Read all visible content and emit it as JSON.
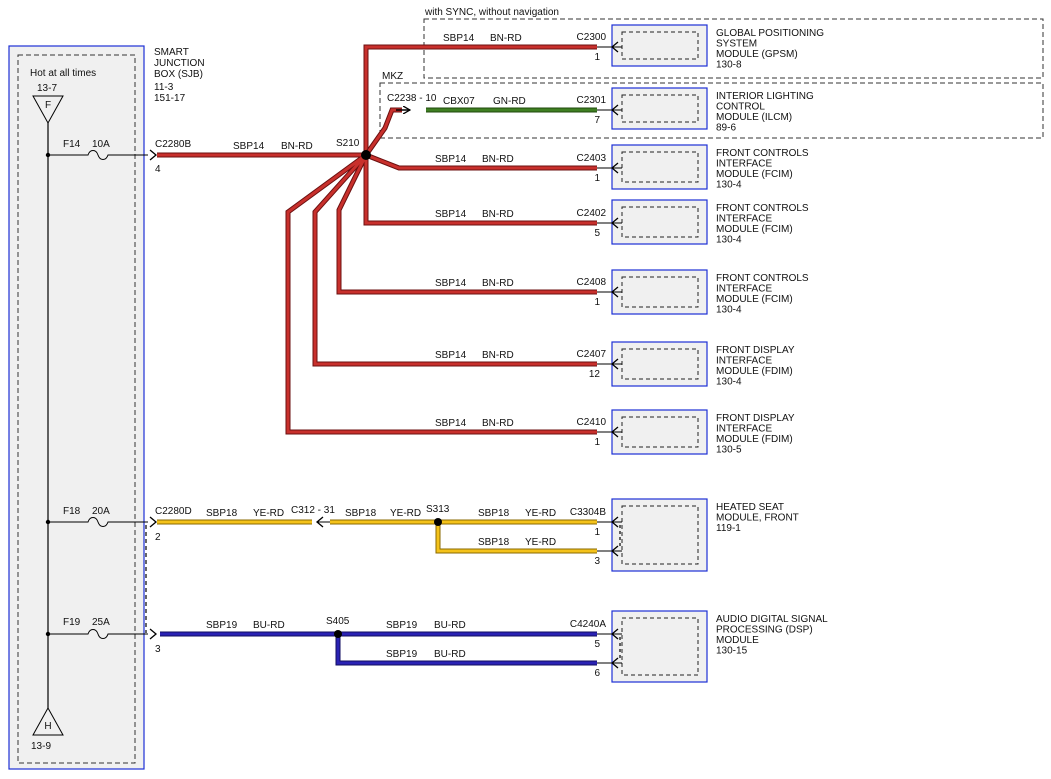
{
  "sjb": {
    "title": [
      "SMART",
      "JUNCTION",
      "BOX (SJB)"
    ],
    "refs": [
      "11-3",
      "151-17"
    ],
    "hot_label": "Hot at all times",
    "top_ref": "13-7",
    "top_symbol": "F",
    "bottom_ref": "13-9",
    "bottom_symbol": "H",
    "fuses": [
      {
        "name": "F14",
        "rating": "10A"
      },
      {
        "name": "F18",
        "rating": "20A"
      },
      {
        "name": "F19",
        "rating": "25A"
      }
    ],
    "connectors": [
      {
        "name": "C2280B",
        "pin": "4"
      },
      {
        "name": "C2280D",
        "pin": "2"
      },
      {
        "name": "C2280D",
        "pin": "3"
      }
    ]
  },
  "colors": {
    "red_wire": "#c0282a",
    "red_wire_edge": "#6b1010",
    "green_wire": "#3a7a1a",
    "yellow_wire": "#f4c21a",
    "yellow_wire_edge": "#8a6a00",
    "blue_wire": "#2a22b4",
    "module_border": "#1d2fd6",
    "sjb_fill": "#f0f0f0"
  },
  "option_boxes": [
    {
      "label": "with SYNC, without navigation"
    },
    {
      "label": "MKZ"
    }
  ],
  "splices": [
    "S210",
    "S313",
    "S405"
  ],
  "inline_connectors": [
    {
      "name": "C2238",
      "pin": "10"
    },
    {
      "name": "C312",
      "pin": "31"
    }
  ],
  "wires": [
    {
      "circuit": "SBP14",
      "color": "BN-RD"
    },
    {
      "circuit": "SBP14",
      "color": "BN-RD"
    },
    {
      "circuit": "CBX07",
      "color": "GN-RD"
    },
    {
      "circuit": "SBP14",
      "color": "BN-RD"
    },
    {
      "circuit": "SBP14",
      "color": "BN-RD"
    },
    {
      "circuit": "SBP14",
      "color": "BN-RD"
    },
    {
      "circuit": "SBP14",
      "color": "BN-RD"
    },
    {
      "circuit": "SBP14",
      "color": "BN-RD"
    },
    {
      "circuit": "SBP18",
      "color": "YE-RD"
    },
    {
      "circuit": "SBP18",
      "color": "YE-RD"
    },
    {
      "circuit": "SBP18",
      "color": "YE-RD"
    },
    {
      "circuit": "SBP18",
      "color": "YE-RD"
    },
    {
      "circuit": "SBP19",
      "color": "BU-RD"
    },
    {
      "circuit": "SBP19",
      "color": "BU-RD"
    },
    {
      "circuit": "SBP19",
      "color": "BU-RD"
    }
  ],
  "modules": [
    {
      "connector": "C2300",
      "pins": [
        "1"
      ],
      "name_lines": [
        "GLOBAL POSITIONING",
        "SYSTEM",
        "MODULE (GPSM)"
      ],
      "ref": "130-8"
    },
    {
      "connector": "C2301",
      "pins": [
        "7"
      ],
      "name_lines": [
        "INTERIOR LIGHTING",
        "CONTROL",
        "MODULE (ILCM)"
      ],
      "ref": "89-6"
    },
    {
      "connector": "C2403",
      "pins": [
        "1"
      ],
      "name_lines": [
        "FRONT CONTROLS",
        "INTERFACE",
        "MODULE (FCIM)"
      ],
      "ref": "130-4"
    },
    {
      "connector": "C2402",
      "pins": [
        "5"
      ],
      "name_lines": [
        "FRONT CONTROLS",
        "INTERFACE",
        "MODULE (FCIM)"
      ],
      "ref": "130-4"
    },
    {
      "connector": "C2408",
      "pins": [
        "1"
      ],
      "name_lines": [
        "FRONT CONTROLS",
        "INTERFACE",
        "MODULE (FCIM)"
      ],
      "ref": "130-4"
    },
    {
      "connector": "C2407",
      "pins": [
        "12"
      ],
      "name_lines": [
        "FRONT DISPLAY",
        "INTERFACE",
        "MODULE (FDIM)"
      ],
      "ref": "130-4"
    },
    {
      "connector": "C2410",
      "pins": [
        "1"
      ],
      "name_lines": [
        "FRONT DISPLAY",
        "INTERFACE",
        "MODULE (FDIM)"
      ],
      "ref": "130-5"
    },
    {
      "connector": "C3304B",
      "pins": [
        "1",
        "3"
      ],
      "name_lines": [
        "HEATED SEAT",
        "MODULE, FRONT"
      ],
      "ref": "119-1"
    },
    {
      "connector": "C4240A",
      "pins": [
        "5",
        "6"
      ],
      "name_lines": [
        "AUDIO DIGITAL SIGNAL",
        "PROCESSING (DSP)",
        "MODULE"
      ],
      "ref": "130-15"
    }
  ]
}
